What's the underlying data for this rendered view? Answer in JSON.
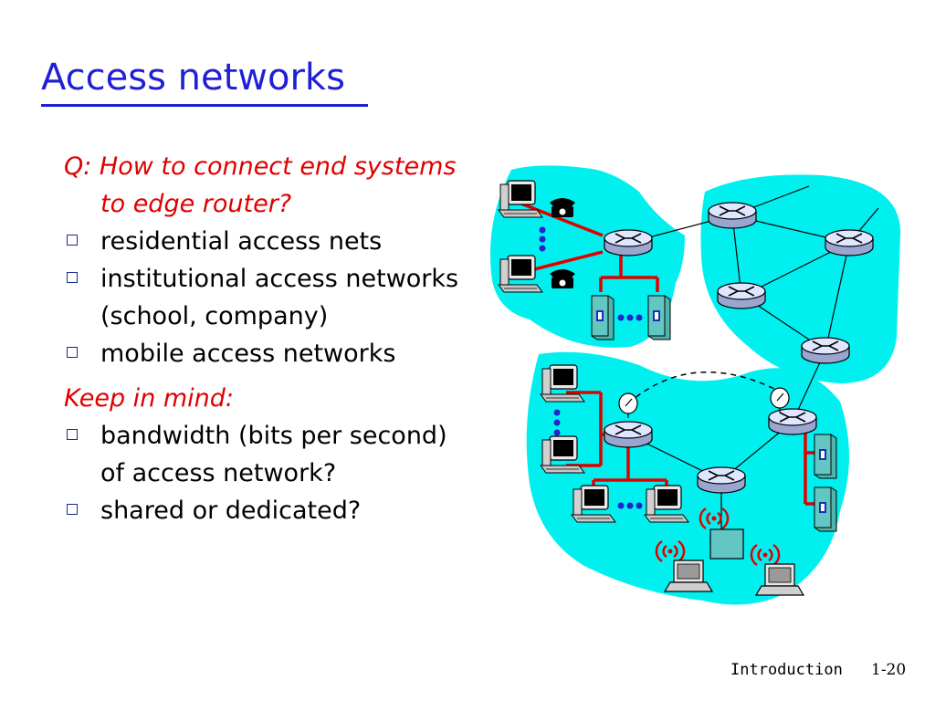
{
  "slide": {
    "title": "Access networks",
    "question": "Q: How to connect end systems to edge router?",
    "bullets_1": [
      "residential access nets",
      "institutional access networks (school, company)",
      "mobile access networks"
    ],
    "keep_in_mind": "Keep in mind:",
    "bullets_2": [
      "bandwidth (bits per second) of access network?",
      "shared or dedicated?"
    ]
  },
  "footer": {
    "label": "Introduction",
    "page": "1-20"
  },
  "diagram": {
    "regions": [
      "residential-region",
      "core-region",
      "institutional-region"
    ],
    "icons": [
      "router-icon",
      "computer-icon",
      "telephone-icon",
      "server-icon",
      "laptop-icon",
      "wireless-icon",
      "access-point-icon",
      "satellite-dish-icon"
    ],
    "colors": {
      "region_fill": "#00f0f0",
      "access_link": "#e00000",
      "dots": "#2424c8",
      "router_fill": "#dfe6ff",
      "server_fill": "#62c7c2"
    }
  }
}
